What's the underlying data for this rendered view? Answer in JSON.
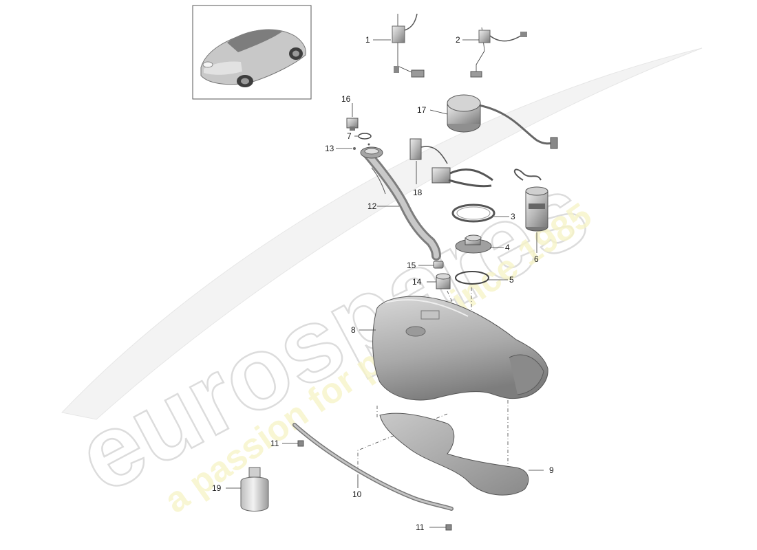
{
  "watermark": {
    "brand": "eurospares",
    "tagline": "a passion for parts since 1985"
  },
  "callouts": [
    {
      "id": "c1",
      "label": "1"
    },
    {
      "id": "c2",
      "label": "2"
    },
    {
      "id": "c16",
      "label": "16"
    },
    {
      "id": "c17",
      "label": "17"
    },
    {
      "id": "c7",
      "label": "7"
    },
    {
      "id": "c13",
      "label": "13"
    },
    {
      "id": "c18",
      "label": "18"
    },
    {
      "id": "c12",
      "label": "12"
    },
    {
      "id": "c3",
      "label": "3"
    },
    {
      "id": "c4",
      "label": "4"
    },
    {
      "id": "c6",
      "label": "6"
    },
    {
      "id": "c15",
      "label": "15"
    },
    {
      "id": "c5",
      "label": "5"
    },
    {
      "id": "c14",
      "label": "14"
    },
    {
      "id": "c8",
      "label": "8"
    },
    {
      "id": "c11a",
      "label": "11"
    },
    {
      "id": "c9",
      "label": "9"
    },
    {
      "id": "c10",
      "label": "10"
    },
    {
      "id": "c19",
      "label": "19"
    },
    {
      "id": "c11b",
      "label": "11"
    }
  ]
}
